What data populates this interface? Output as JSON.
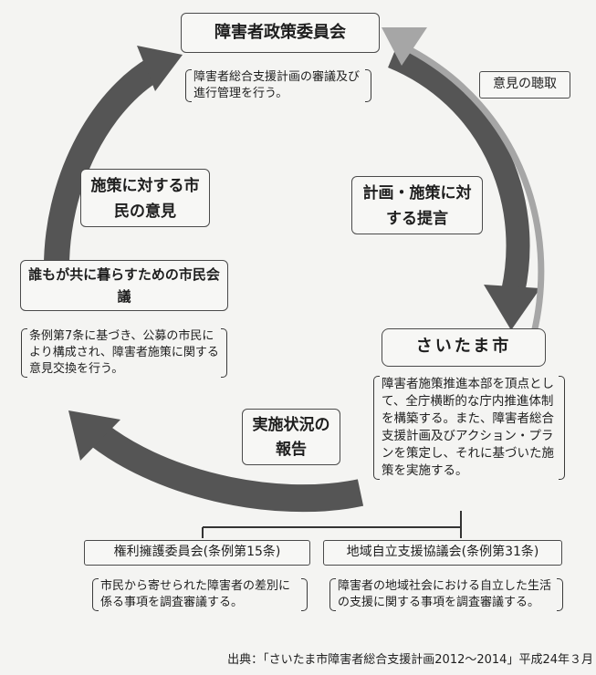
{
  "committee": {
    "title": "障害者政策委員会",
    "note": "障害者総合支援計画の審議及び進行管理を行う。"
  },
  "city": {
    "title": "さいたま市",
    "note": "障害者施策推進本部を頂点として、全庁横断的な庁内推進体制を構築する。また、障害者総合支援計画及びアクション・プランを策定し、それに基づいた施策を実施する。"
  },
  "council": {
    "title": "誰もが共に暮らすための市民会議",
    "note": "条例第7条に基づき、公募の市民により構成され、障害者施策に関する意見交換を行う。"
  },
  "arrows": {
    "proposal": "計画・施策に対する提言",
    "hearing": "意見の聴取",
    "report": "実施状況の報告",
    "opinion": "施策に対する市民の意見"
  },
  "rights_committee": {
    "title": "権利擁護委員会(条例第15条)",
    "note": "市民から寄せられた障害者の差別に係る事項を調査審議する。"
  },
  "regional_council": {
    "title": "地域自立支援協議会(条例第31条)",
    "note": "障害者の地域社会における自立した生活の支援に関する事項を調査審議する。"
  },
  "source": "出典：「さいたま市障害者総合支援計画2012〜2014」平成24年３月"
}
